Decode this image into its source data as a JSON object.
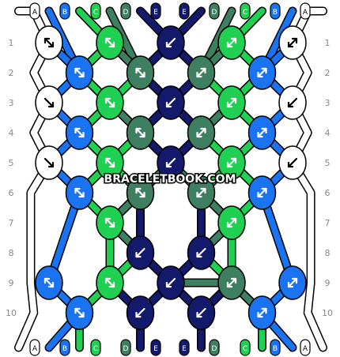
{
  "watermark": "BRACELETBOOK.COM",
  "colors": {
    "A": "#ffffff",
    "B": "#1a73f0",
    "C": "#1fd052",
    "D": "#3e7f62",
    "E": "#141a6b",
    "outline": "#000000",
    "row_label": "#888888"
  },
  "strings": [
    "A",
    "B",
    "C",
    "D",
    "E",
    "E",
    "D",
    "C",
    "B",
    "A"
  ],
  "row_labels": [
    "1",
    "2",
    "3",
    "4",
    "5",
    "6",
    "7",
    "8",
    "9",
    "10"
  ],
  "knots": [
    {
      "row": 1,
      "col": 0,
      "color": "A",
      "dir": "fb"
    },
    {
      "row": 1,
      "col": 2,
      "color": "C",
      "dir": "fb"
    },
    {
      "row": 1,
      "col": 4,
      "color": "E",
      "dir": "b"
    },
    {
      "row": 1,
      "col": 6,
      "color": "C",
      "dir": "bf"
    },
    {
      "row": 1,
      "col": 8,
      "color": "A",
      "dir": "bf"
    },
    {
      "row": 2,
      "col": 1,
      "color": "B",
      "dir": "fb"
    },
    {
      "row": 2,
      "col": 3,
      "color": "D",
      "dir": "fb"
    },
    {
      "row": 2,
      "col": 5,
      "color": "D",
      "dir": "bf"
    },
    {
      "row": 2,
      "col": 7,
      "color": "B",
      "dir": "bf"
    },
    {
      "row": 3,
      "col": 0,
      "color": "A",
      "dir": "f"
    },
    {
      "row": 3,
      "col": 2,
      "color": "C",
      "dir": "fb"
    },
    {
      "row": 3,
      "col": 4,
      "color": "E",
      "dir": "b"
    },
    {
      "row": 3,
      "col": 6,
      "color": "C",
      "dir": "bf"
    },
    {
      "row": 3,
      "col": 8,
      "color": "A",
      "dir": "b"
    },
    {
      "row": 4,
      "col": 1,
      "color": "B",
      "dir": "fb"
    },
    {
      "row": 4,
      "col": 3,
      "color": "D",
      "dir": "fb"
    },
    {
      "row": 4,
      "col": 5,
      "color": "D",
      "dir": "bf"
    },
    {
      "row": 4,
      "col": 7,
      "color": "B",
      "dir": "bf"
    },
    {
      "row": 5,
      "col": 0,
      "color": "A",
      "dir": "f"
    },
    {
      "row": 5,
      "col": 2,
      "color": "C",
      "dir": "fb"
    },
    {
      "row": 5,
      "col": 4,
      "color": "E",
      "dir": "b"
    },
    {
      "row": 5,
      "col": 6,
      "color": "C",
      "dir": "bf"
    },
    {
      "row": 5,
      "col": 8,
      "color": "A",
      "dir": "b"
    },
    {
      "row": 6,
      "col": 1,
      "color": "B",
      "dir": "fb"
    },
    {
      "row": 6,
      "col": 3,
      "color": "D",
      "dir": "fb"
    },
    {
      "row": 6,
      "col": 5,
      "color": "D",
      "dir": "bf"
    },
    {
      "row": 6,
      "col": 7,
      "color": "B",
      "dir": "bf"
    },
    {
      "row": 7,
      "col": 2,
      "color": "C",
      "dir": "fb"
    },
    {
      "row": 7,
      "col": 6,
      "color": "C",
      "dir": "bf"
    },
    {
      "row": 8,
      "col": 3,
      "color": "E",
      "dir": "b"
    },
    {
      "row": 8,
      "col": 5,
      "color": "E",
      "dir": "b"
    },
    {
      "row": 9,
      "col": 0,
      "color": "B",
      "dir": "fb"
    },
    {
      "row": 9,
      "col": 2,
      "color": "C",
      "dir": "fb"
    },
    {
      "row": 9,
      "col": 4,
      "color": "E",
      "dir": "b"
    },
    {
      "row": 9,
      "col": 6,
      "color": "D",
      "dir": "bf"
    },
    {
      "row": 9,
      "col": 8,
      "color": "B",
      "dir": "bf"
    },
    {
      "row": 10,
      "col": 1,
      "color": "B",
      "dir": "fb"
    },
    {
      "row": 10,
      "col": 3,
      "color": "E",
      "dir": "b"
    },
    {
      "row": 10,
      "col": 5,
      "color": "E",
      "dir": "b"
    },
    {
      "row": 10,
      "col": 7,
      "color": "B",
      "dir": "bf"
    }
  ],
  "threads": [
    {
      "color": "A",
      "path": [
        [
          -1,
          0
        ],
        [
          -0.5,
          0
        ],
        [
          0,
          1
        ],
        [
          -0.5,
          2
        ],
        [
          0,
          3
        ],
        [
          -0.5,
          4
        ],
        [
          0,
          5
        ],
        [
          -0.6,
          6
        ],
        [
          -0.6,
          9
        ],
        [
          -0.5,
          10
        ],
        [
          -1,
          11
        ]
      ]
    },
    {
      "color": "A",
      "path": [
        [
          9,
          0
        ],
        [
          8.5,
          0
        ],
        [
          8,
          1
        ],
        [
          8.5,
          2
        ],
        [
          8,
          3
        ],
        [
          8.5,
          4
        ],
        [
          8,
          5
        ],
        [
          8.6,
          6
        ],
        [
          8.6,
          9
        ],
        [
          8.5,
          10
        ],
        [
          9,
          11
        ]
      ]
    },
    {
      "color": "B",
      "path": [
        [
          0,
          0
        ],
        [
          1,
          2
        ],
        [
          0,
          3
        ],
        [
          1,
          4
        ],
        [
          0,
          5
        ],
        [
          1,
          6
        ],
        [
          0,
          9
        ],
        [
          1,
          10
        ],
        [
          0,
          11
        ]
      ]
    },
    {
      "color": "B",
      "path": [
        [
          8,
          0
        ],
        [
          7,
          2
        ],
        [
          8,
          3
        ],
        [
          7,
          4
        ],
        [
          8,
          5
        ],
        [
          7,
          6
        ],
        [
          8,
          9
        ],
        [
          7,
          10
        ],
        [
          8,
          11
        ]
      ]
    },
    {
      "color": "B",
      "path": [
        [
          0,
          1
        ],
        [
          1,
          2
        ],
        [
          2,
          3
        ],
        [
          1,
          4
        ],
        [
          2,
          5
        ],
        [
          1,
          6
        ]
      ]
    },
    {
      "color": "B",
      "path": [
        [
          8,
          1
        ],
        [
          7,
          2
        ],
        [
          6,
          3
        ],
        [
          7,
          4
        ],
        [
          6,
          5
        ],
        [
          7,
          6
        ]
      ]
    },
    {
      "color": "C",
      "path": [
        [
          1,
          0
        ],
        [
          2,
          1
        ],
        [
          1,
          2
        ],
        [
          2,
          3
        ],
        [
          1,
          4
        ],
        [
          2,
          5
        ],
        [
          3,
          6
        ],
        [
          2,
          7
        ],
        [
          2,
          9
        ],
        [
          1,
          10
        ],
        [
          1,
          11
        ]
      ]
    },
    {
      "color": "C",
      "path": [
        [
          7,
          0
        ],
        [
          6,
          1
        ],
        [
          7,
          2
        ],
        [
          6,
          3
        ],
        [
          7,
          4
        ],
        [
          6,
          5
        ],
        [
          5,
          6
        ],
        [
          6,
          7
        ],
        [
          6,
          9
        ],
        [
          7,
          10
        ],
        [
          7,
          11
        ]
      ]
    },
    {
      "color": "C",
      "path": [
        [
          1,
          2
        ],
        [
          2,
          1
        ],
        [
          3,
          2
        ],
        [
          2,
          3
        ],
        [
          3,
          4
        ],
        [
          2,
          5
        ],
        [
          1,
          6
        ],
        [
          2,
          7
        ],
        [
          3,
          8
        ],
        [
          2,
          9
        ],
        [
          1,
          10
        ]
      ]
    },
    {
      "color": "C",
      "path": [
        [
          7,
          2
        ],
        [
          6,
          1
        ],
        [
          5,
          2
        ],
        [
          6,
          3
        ],
        [
          5,
          4
        ],
        [
          6,
          5
        ],
        [
          7,
          6
        ],
        [
          6,
          7
        ],
        [
          5,
          8
        ],
        [
          6,
          9
        ],
        [
          7,
          10
        ]
      ]
    },
    {
      "color": "D",
      "path": [
        [
          2,
          0
        ],
        [
          3,
          2
        ],
        [
          4,
          3
        ],
        [
          3,
          4
        ],
        [
          4,
          5
        ],
        [
          3,
          6
        ],
        [
          2,
          7
        ],
        [
          3,
          8
        ],
        [
          4,
          9
        ],
        [
          3,
          10
        ],
        [
          3,
          11
        ]
      ]
    },
    {
      "color": "D",
      "path": [
        [
          6,
          0
        ],
        [
          5,
          2
        ],
        [
          4,
          3
        ],
        [
          5,
          4
        ],
        [
          4,
          5
        ],
        [
          5,
          6
        ],
        [
          6,
          7
        ],
        [
          5,
          8
        ],
        [
          4,
          9
        ],
        [
          6,
          9
        ],
        [
          5,
          10
        ],
        [
          5,
          11
        ]
      ]
    },
    {
      "color": "D",
      "path": [
        [
          2,
          1
        ],
        [
          3,
          2
        ],
        [
          4,
          1
        ],
        [
          5,
          2
        ],
        [
          6,
          1
        ]
      ]
    },
    {
      "color": "D",
      "path": [
        [
          2,
          3
        ],
        [
          3,
          4
        ]
      ]
    },
    {
      "color": "D",
      "path": [
        [
          6,
          3
        ],
        [
          5,
          4
        ]
      ]
    },
    {
      "color": "D",
      "path": [
        [
          6,
          9
        ],
        [
          7,
          10
        ]
      ]
    },
    {
      "color": "E",
      "path": [
        [
          3,
          0
        ],
        [
          4,
          1
        ],
        [
          3,
          2
        ],
        [
          4,
          3
        ],
        [
          3,
          4
        ],
        [
          4,
          5
        ],
        [
          5,
          4
        ],
        [
          4,
          3
        ],
        [
          5,
          2
        ],
        [
          4,
          1
        ],
        [
          5,
          0
        ]
      ]
    },
    {
      "color": "E",
      "path": [
        [
          3,
          8
        ],
        [
          3,
          6.6
        ]
      ]
    },
    {
      "color": "E",
      "path": [
        [
          5,
          8
        ],
        [
          5,
          6.6
        ]
      ]
    },
    {
      "color": "E",
      "path": [
        [
          3,
          8
        ],
        [
          4,
          9
        ],
        [
          5,
          8
        ]
      ]
    },
    {
      "color": "E",
      "path": [
        [
          2,
          9
        ],
        [
          3,
          10
        ],
        [
          4,
          9
        ],
        [
          5,
          10
        ],
        [
          6,
          9
        ]
      ]
    },
    {
      "color": "E",
      "path": [
        [
          3,
          10
        ],
        [
          3,
          11
        ]
      ]
    },
    {
      "color": "E",
      "path": [
        [
          5,
          10
        ],
        [
          5,
          11
        ]
      ]
    },
    {
      "color": "C",
      "path": [
        [
          2,
          7
        ],
        [
          2,
          9
        ]
      ]
    },
    {
      "color": "C",
      "path": [
        [
          6,
          7
        ],
        [
          6,
          9
        ]
      ]
    }
  ]
}
